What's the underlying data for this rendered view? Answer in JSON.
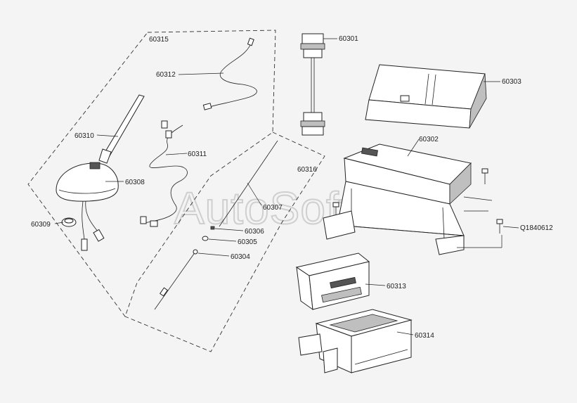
{
  "watermark": "AutoSoft",
  "callouts": {
    "c60315": "60315",
    "c60312": "60312",
    "c60310": "60310",
    "c60311": "60311",
    "c60308": "60308",
    "c60309": "60309",
    "c60316": "60316",
    "c60307": "60307",
    "c60306": "60306",
    "c60305": "60305",
    "c60304": "60304",
    "c60301": "60301",
    "c60303": "60303",
    "c60302": "60302",
    "cQ1840612": "Q1840612",
    "c60313": "60313",
    "c60314": "60314"
  }
}
